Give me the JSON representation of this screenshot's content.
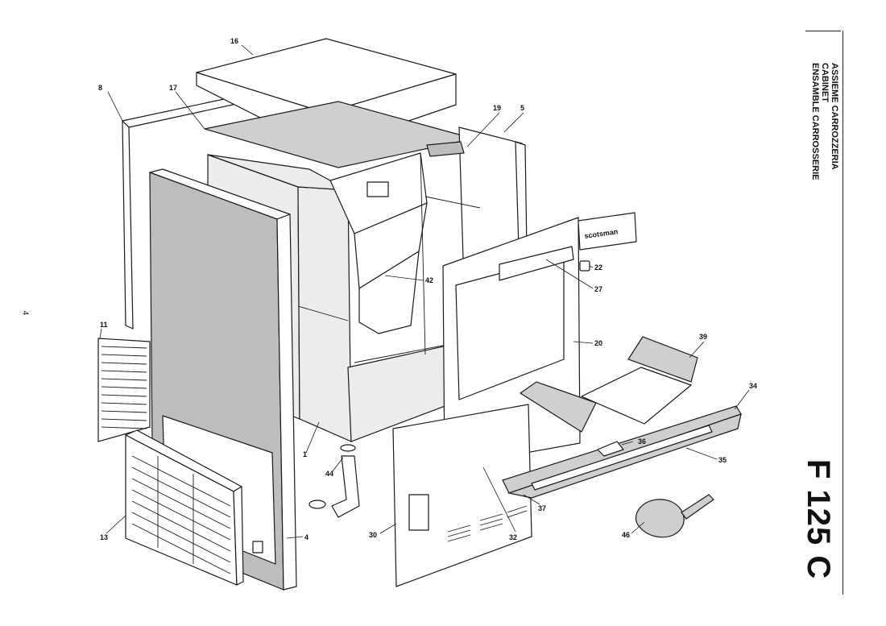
{
  "title_block": {
    "line1": "ASSIEME CARROZZERIA",
    "line2": "CABINET",
    "line3": "ENSAMBLE CARROSSERIE",
    "model_code": "F 125 C"
  },
  "page_number": "4",
  "brand_plate": "scotsman",
  "callouts": {
    "c1": "1",
    "c4": "4",
    "c5": "5",
    "c8": "8",
    "c11": "11",
    "c13": "13",
    "c16": "16",
    "c17": "17",
    "c19": "19",
    "c20": "20",
    "c22": "22",
    "c27": "27",
    "c30": "30",
    "c32": "32",
    "c34": "34",
    "c35": "35",
    "c36": "36",
    "c37": "37",
    "c39": "39",
    "c42": "42",
    "c44": "44",
    "c46": "46"
  }
}
